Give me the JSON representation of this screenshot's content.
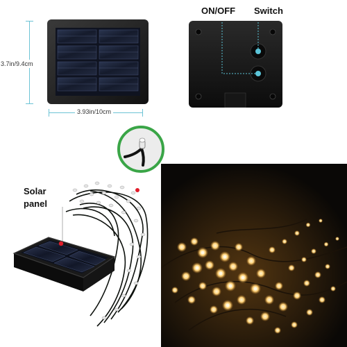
{
  "dimensions": {
    "height_label": "3.7in/9.4cm",
    "width_label": "3.93in/10cm"
  },
  "callouts": {
    "on_off": "ON/OFF",
    "switch": "Switch",
    "solar_line1": "Solar",
    "solar_line2": "panel"
  },
  "colors": {
    "accent": "#5bc4d8",
    "marker": "#e11d2a",
    "magnifier_ring": "#3aa547",
    "warm_light": "#ffd27a"
  }
}
